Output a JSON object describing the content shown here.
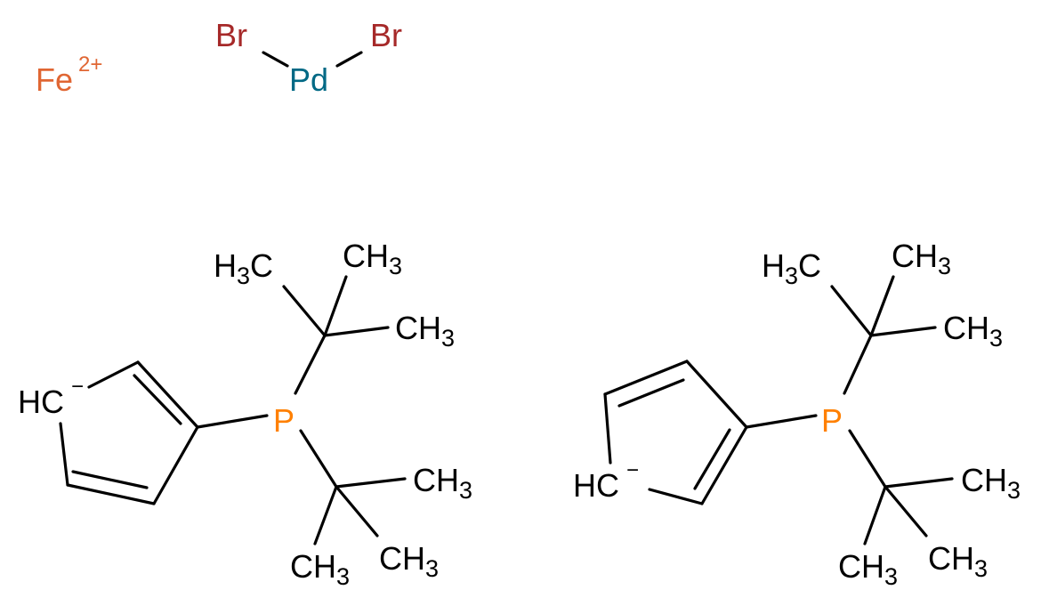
{
  "labels": {
    "fe": "Fe",
    "fe_charge": "2+",
    "pd": "Pd",
    "br_left": "Br",
    "br_right": "Br",
    "hc": "HC",
    "hc_charge": "−",
    "p": "P",
    "c": "C",
    "h": "H",
    "sub3": "3"
  },
  "colors": {
    "fe": "#e06633",
    "pd": "#006985",
    "br": "#a62929",
    "p": "#ff8000",
    "carbon": "#000000"
  }
}
